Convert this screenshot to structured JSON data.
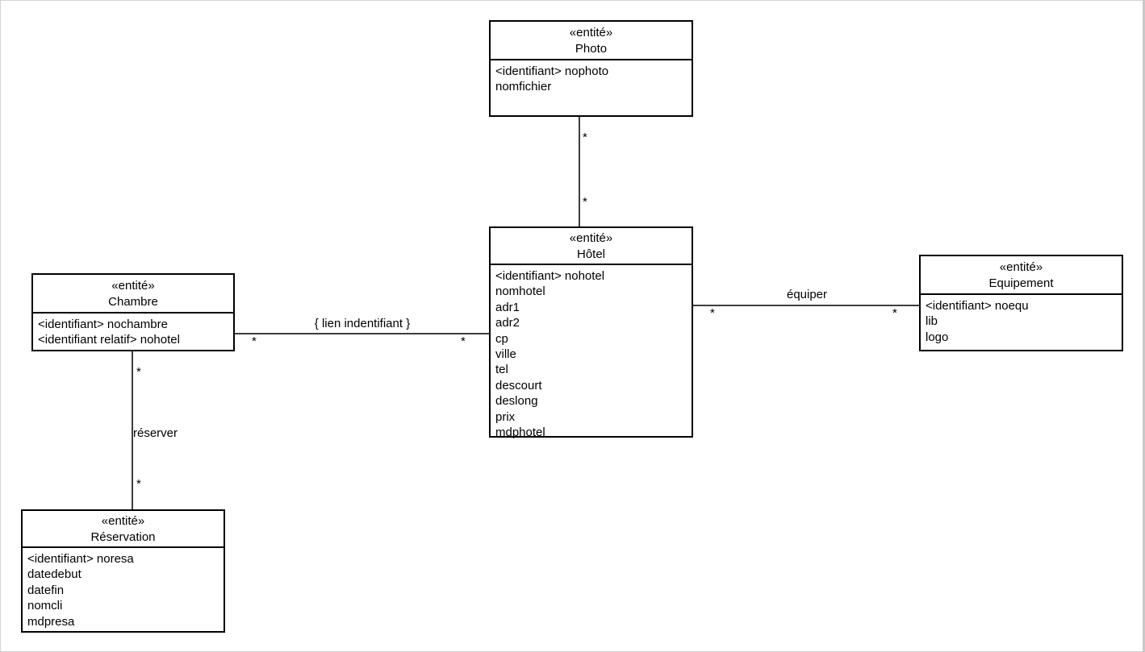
{
  "diagram": {
    "type": "uml-entity-diagram",
    "colors": {
      "background": "#ffffff",
      "box_border": "#000000",
      "connector": "#3d3d3d",
      "text": "#000000",
      "page_border": "#c9c9c9"
    },
    "entities": [
      {
        "stereotype": "«entité»",
        "name": "Photo",
        "attributes": [
          "<identifiant> nophoto",
          "nomfichier"
        ]
      },
      {
        "stereotype": "«entité»",
        "name": "Hôtel",
        "attributes": [
          "<identifiant> nohotel",
          "nomhotel",
          "adr1",
          "adr2",
          "cp",
          "ville",
          "tel",
          "descourt",
          "deslong",
          "prix",
          "mdphotel"
        ]
      },
      {
        "stereotype": "«entité»",
        "name": "Chambre",
        "attributes": [
          "<identifiant> nochambre",
          "<identifiant relatif> nohotel"
        ]
      },
      {
        "stereotype": "«entité»",
        "name": "Equipement",
        "attributes": [
          "<identifiant> noequ",
          "lib",
          "logo"
        ]
      },
      {
        "stereotype": "«entité»",
        "name": "Réservation",
        "attributes": [
          "<identifiant> noresa",
          "datedebut",
          "datefin",
          "nomcli",
          "mdpresa"
        ]
      }
    ],
    "relations": [
      {
        "from": "Photo",
        "to": "Hôtel",
        "label": "",
        "mult_from": "*",
        "mult_to": "*"
      },
      {
        "from": "Chambre",
        "to": "Hôtel",
        "label": "{ lien indentifiant }",
        "mult_from": "*",
        "mult_to": "*"
      },
      {
        "from": "Hôtel",
        "to": "Equipement",
        "label": "équiper",
        "mult_from": "*",
        "mult_to": "*"
      },
      {
        "from": "Chambre",
        "to": "Réservation",
        "label": "réserver",
        "mult_from": "*",
        "mult_to": "*"
      }
    ]
  }
}
